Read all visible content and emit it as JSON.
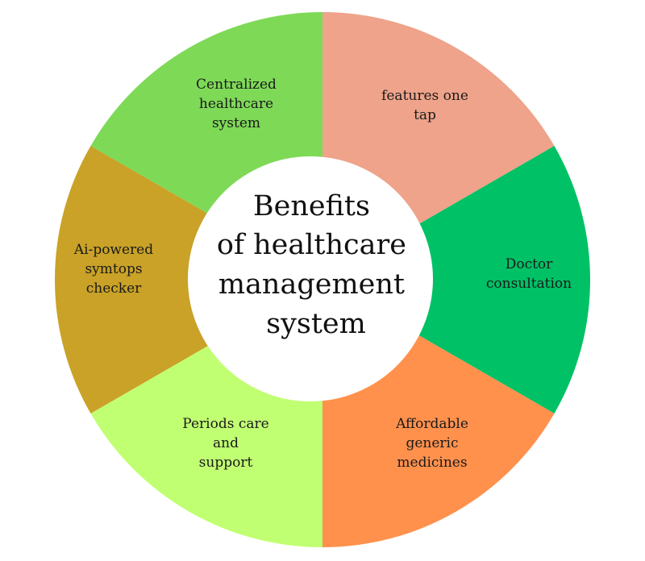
{
  "title": {
    "lines": [
      "Benefits",
      "of healthcare",
      "management",
      "system"
    ]
  },
  "segments": [
    {
      "lines": [
        "features one",
        "tap"
      ],
      "color": "#eea38a"
    },
    {
      "lines": [
        "Doctor",
        "consultation"
      ],
      "color": "#00c165"
    },
    {
      "lines": [
        "Affordable",
        "generic",
        "medicines"
      ],
      "color": "#ff914d"
    },
    {
      "lines": [
        "Periods care",
        "and",
        "support"
      ],
      "color": "#c1ff72"
    },
    {
      "lines": [
        "Ai-powered",
        "symtops",
        "checker"
      ],
      "color": "#c9a227"
    },
    {
      "lines": [
        "Centralized",
        "healthcare",
        "system"
      ],
      "color": "#7ed957"
    }
  ]
}
